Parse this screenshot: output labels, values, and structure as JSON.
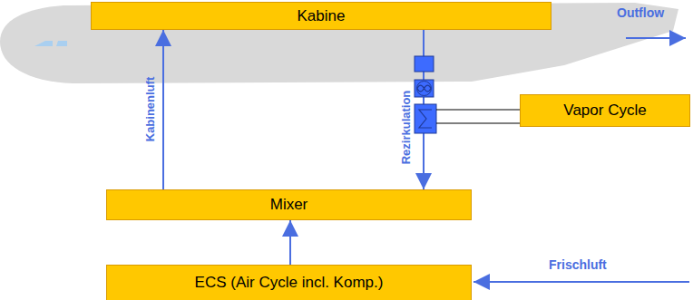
{
  "diagram": {
    "nodes": [
      {
        "text": [
          "Kabine"
        ]
      },
      {
        "text": [
          "Vapor Cycle"
        ]
      },
      {
        "text": [
          "Mixer"
        ]
      },
      {
        "text": [
          "ECS (Air Cycle incl. Komp.)"
        ]
      }
    ],
    "edges": [
      {
        "from": 2,
        "to": 0,
        "label": "Kabinenluft",
        "arrow": "to"
      },
      {
        "from": 0,
        "to": 2,
        "label": "Rezirkulation",
        "arrow": "to"
      },
      {
        "from": 3,
        "to": 2,
        "arrow": "to"
      }
    ],
    "labels": [
      "Outflow",
      "Frischluft"
    ]
  }
}
